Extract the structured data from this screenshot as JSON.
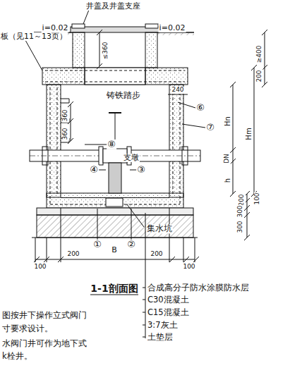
{
  "diagram": {
    "title": "1-1剖面图",
    "labels": [
      "井盖及井盖支座",
      "i=0.02",
      "i=0.02",
      "板（见11～13页）",
      "≤360",
      "≥400",
      "200",
      "240",
      "铸铁踏步",
      "⑥",
      "⑦",
      "360",
      "360",
      "⑧",
      "支墩",
      "Hn",
      "Hm",
      "DN",
      "h",
      "④",
      "③",
      "200",
      "100",
      "300",
      "300",
      "集水坑",
      "①",
      "②",
      "B",
      "200",
      "200",
      "100",
      "100",
      "合成高分子防水涂膜防水层",
      "C30混凝土",
      "C15混凝土",
      "3:7灰土",
      "土垫层",
      "图按井下操作立式阀门",
      "寸要求设计。",
      "水阀门井可作为地下式",
      "k栓井。"
    ]
  }
}
